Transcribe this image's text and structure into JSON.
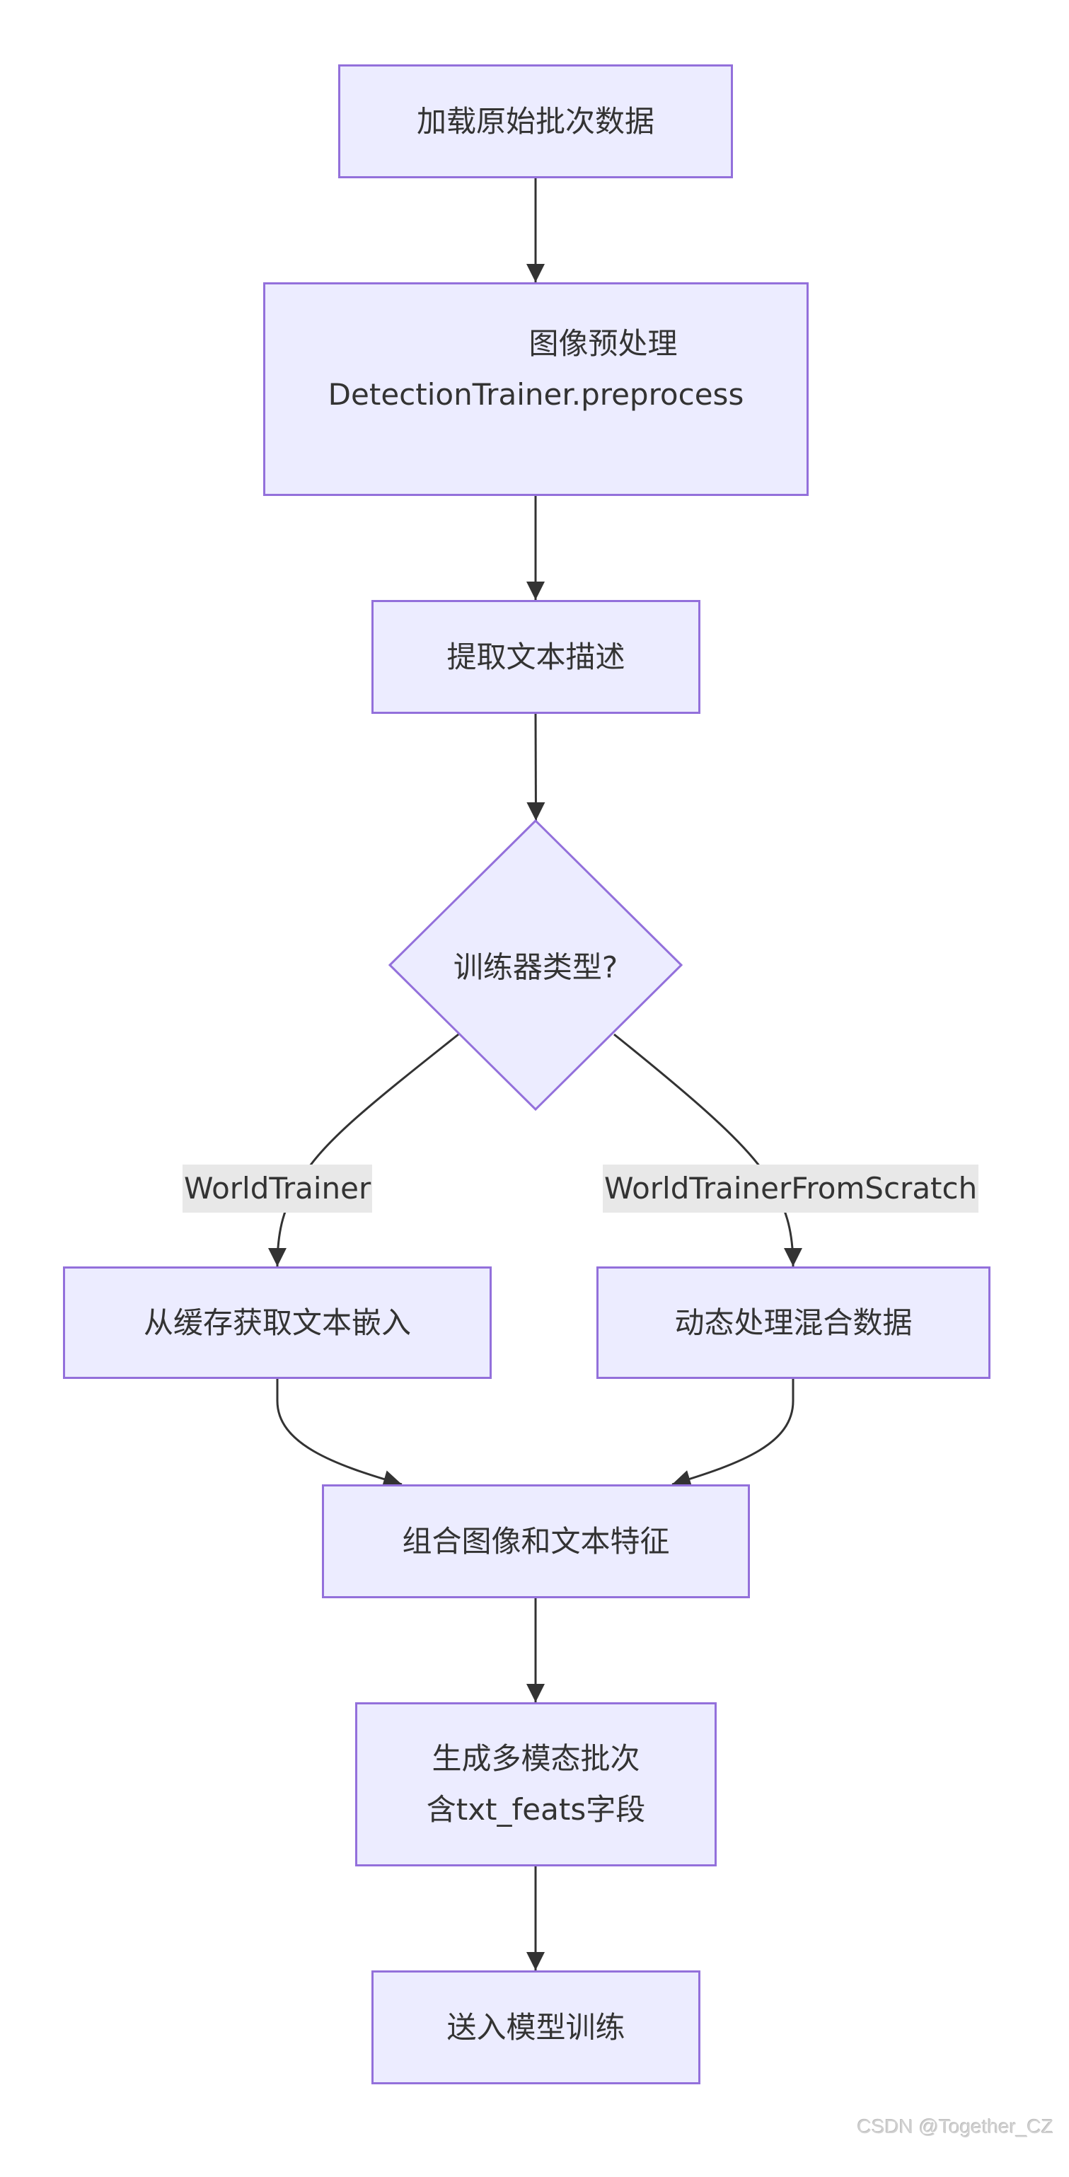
{
  "diagram": {
    "type": "flowchart",
    "colors": {
      "node_fill": "#ECECFF",
      "node_border": "#9370DB",
      "edge": "#333333",
      "label_bg": "#e8e8e8",
      "text": "#333333"
    },
    "nodes": {
      "load": {
        "lines": [
          "加载原始批次数据"
        ]
      },
      "preprocess": {
        "lines": [
          "图像预处理",
          "DetectionTrainer.preprocess"
        ]
      },
      "extract": {
        "lines": [
          "提取文本描述"
        ]
      },
      "decision": {
        "lines": [
          "训练器类型?"
        ]
      },
      "cache": {
        "lines": [
          "从缓存获取文本嵌入"
        ]
      },
      "dynamic": {
        "lines": [
          "动态处理混合数据"
        ]
      },
      "combine": {
        "lines": [
          "组合图像和文本特征"
        ]
      },
      "generate": {
        "lines": [
          "生成多模态批次",
          "含txt_feats字段"
        ]
      },
      "train": {
        "lines": [
          "送入模型训练"
        ]
      }
    },
    "edges": [
      {
        "from": "load",
        "to": "preprocess",
        "label": ""
      },
      {
        "from": "preprocess",
        "to": "extract",
        "label": ""
      },
      {
        "from": "extract",
        "to": "decision",
        "label": ""
      },
      {
        "from": "decision",
        "to": "cache",
        "label": "WorldTrainer"
      },
      {
        "from": "decision",
        "to": "dynamic",
        "label": "WorldTrainerFromScratch"
      },
      {
        "from": "cache",
        "to": "combine",
        "label": ""
      },
      {
        "from": "dynamic",
        "to": "combine",
        "label": ""
      },
      {
        "from": "combine",
        "to": "generate",
        "label": ""
      },
      {
        "from": "generate",
        "to": "train",
        "label": ""
      }
    ]
  },
  "watermark": "CSDN @Together_CZ"
}
